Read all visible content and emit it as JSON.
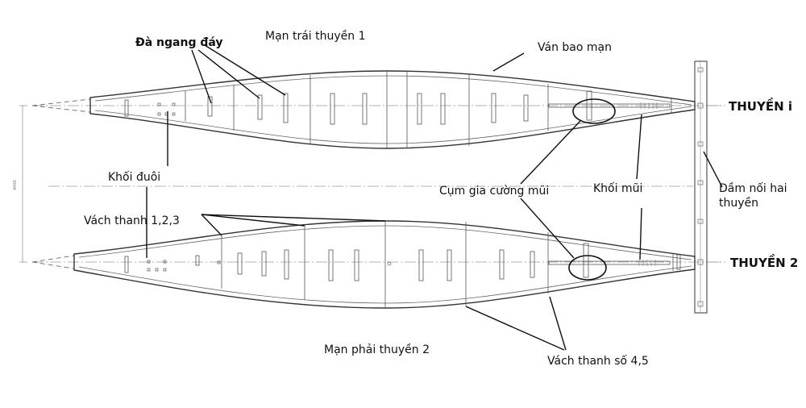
{
  "labels": {
    "da_ngang_day": "Đà ngang đáy",
    "man_trai": "Mạn trái thuyền 1",
    "van_bao_man": "Ván bao mạn",
    "thuyen_1": "THUYỀN i",
    "khoi_duoi": "Khối đuôi",
    "cum_gia_cuong": "Cụm gia cường mũi",
    "khoi_mui": "Khối mũi",
    "dam_noi_1": "Dầm nối hai",
    "dam_noi_2": "thuyền",
    "vach_123": "Vách thanh 1,2,3",
    "thuyen_2": "THUYỀN 2",
    "man_phai": "Mạn phải thuyền 2",
    "vach_45": "Vách thanh số 4,5"
  },
  "colors": {
    "line": "#333333",
    "centerline": "#999999",
    "text": "#111111"
  }
}
